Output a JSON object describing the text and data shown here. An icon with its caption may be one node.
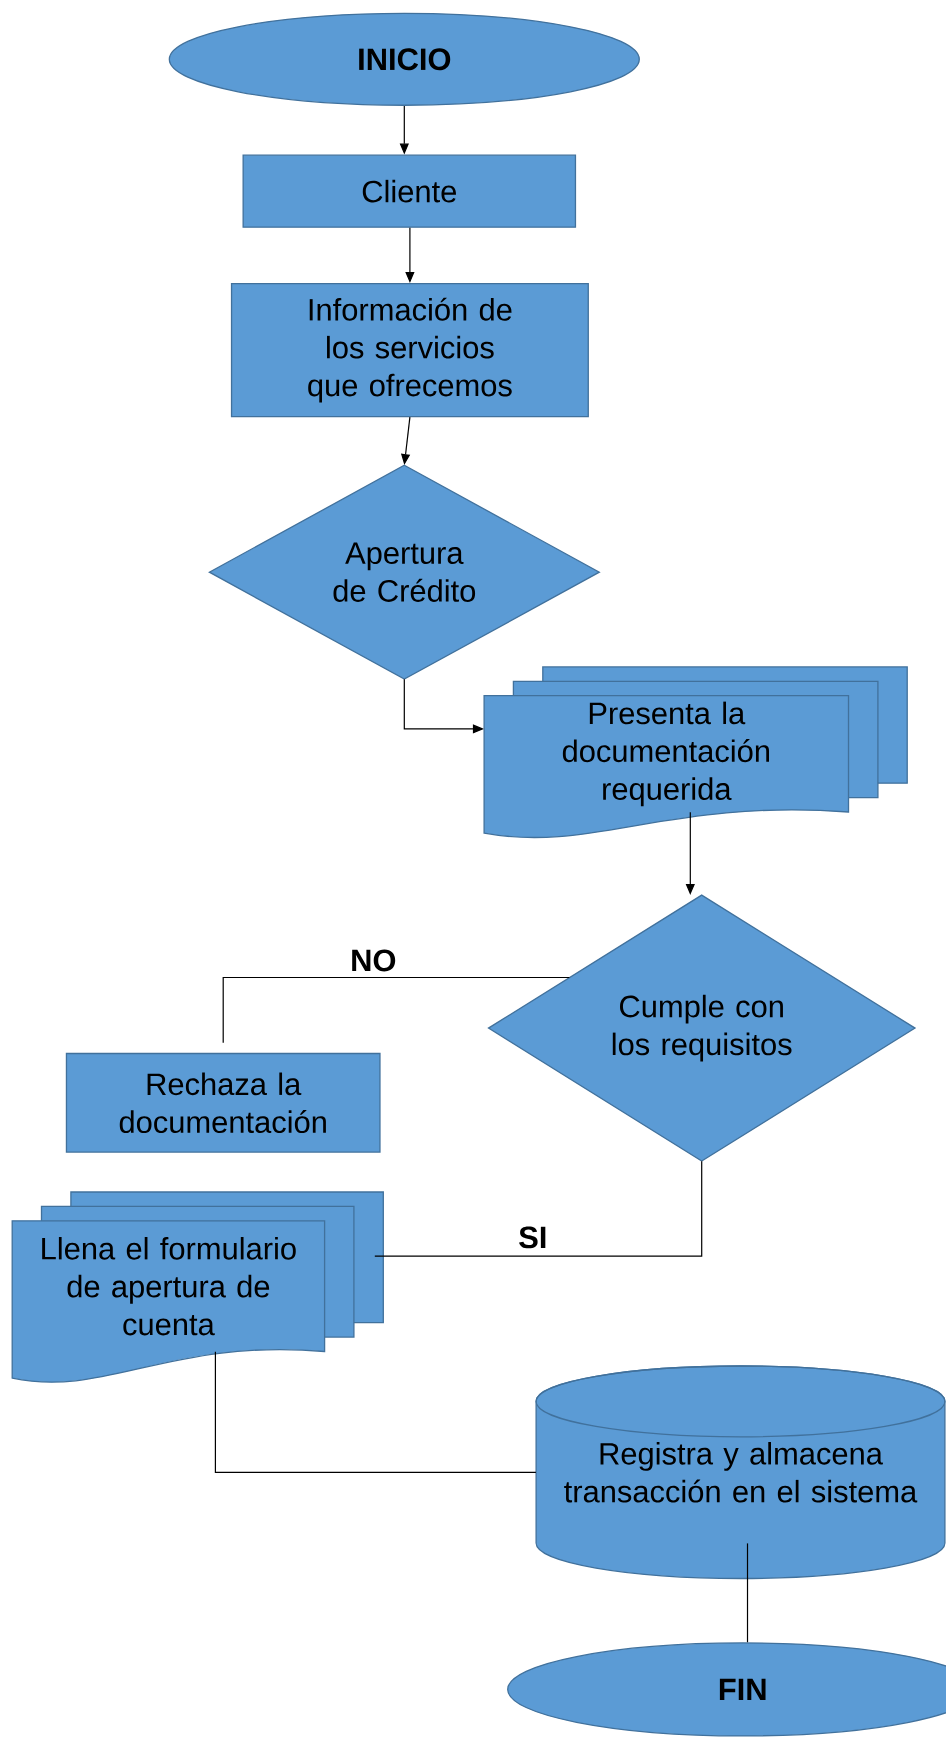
{
  "diagram": {
    "nodes": [
      {
        "text": [
          "INICIO"
        ]
      },
      {
        "text": [
          "Cliente"
        ]
      },
      {
        "text": [
          "Información de los servicios que ofrecemos"
        ]
      },
      {
        "text": [
          "Apertura de Crédito"
        ]
      },
      {
        "text": [
          "Presenta la documentación requerida"
        ]
      },
      {
        "text": [
          "Cumple con los requisitos"
        ]
      },
      {
        "text": [
          "Rechaza la documentación"
        ]
      },
      {
        "text": [
          "Llena el formulario de apertura de cuenta"
        ]
      },
      {
        "text": [
          "Registra y almacena transacción en el sistema"
        ]
      },
      {
        "text": [
          "FIN"
        ]
      }
    ],
    "edges": [
      {
        "from": 0,
        "to": 1,
        "arrow": "to"
      },
      {
        "from": 1,
        "to": 2,
        "arrow": "to"
      },
      {
        "from": 2,
        "to": 3,
        "arrow": "to"
      },
      {
        "from": 3,
        "to": 4,
        "arrow": "to"
      },
      {
        "from": 4,
        "to": 5,
        "arrow": "to"
      },
      {
        "from": 5,
        "to": 6,
        "arrow": "none",
        "label": "NO"
      },
      {
        "from": 5,
        "to": 7,
        "arrow": "none",
        "label": "SI"
      },
      {
        "from": 7,
        "to": 8,
        "arrow": "none"
      },
      {
        "from": 8,
        "to": 9,
        "arrow": "none"
      }
    ]
  }
}
